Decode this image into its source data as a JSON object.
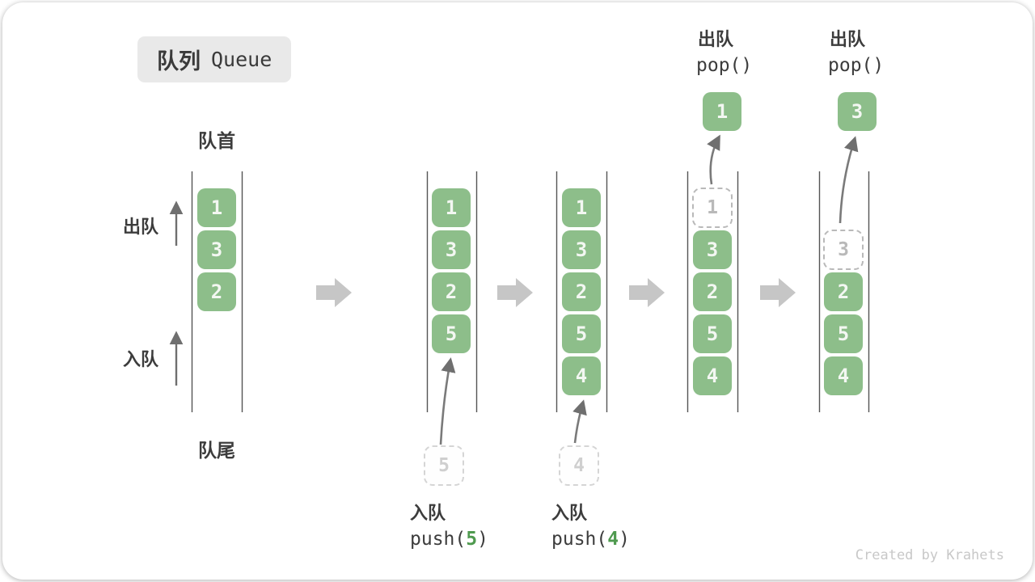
{
  "title": {
    "zh": "队列",
    "en": "Queue"
  },
  "side_labels": {
    "front": "队首",
    "rear": "队尾",
    "dequeue": "出队",
    "enqueue": "入队"
  },
  "queues": [
    {
      "cells": [
        {
          "value": "1"
        },
        {
          "value": "3"
        },
        {
          "value": "2"
        }
      ]
    },
    {
      "cells": [
        {
          "value": "1"
        },
        {
          "value": "3"
        },
        {
          "value": "2"
        },
        {
          "value": "5"
        }
      ]
    },
    {
      "cells": [
        {
          "value": "1"
        },
        {
          "value": "3"
        },
        {
          "value": "2"
        },
        {
          "value": "5"
        },
        {
          "value": "4"
        }
      ]
    },
    {
      "ghost": "1",
      "cells": [
        {
          "value": "3"
        },
        {
          "value": "2"
        },
        {
          "value": "5"
        },
        {
          "value": "4"
        }
      ]
    },
    {
      "ghost": "3",
      "cells": [
        {
          "value": "2"
        },
        {
          "value": "5"
        },
        {
          "value": "4"
        }
      ]
    }
  ],
  "operations": {
    "push5": {
      "label": "入队",
      "fn_open": "push(",
      "arg": "5",
      "fn_close": ")",
      "staged": "5"
    },
    "push4": {
      "label": "入队",
      "fn_open": "push(",
      "arg": "4",
      "fn_close": ")",
      "staged": "4"
    },
    "pop1": {
      "label": "出队",
      "fn": "pop()",
      "out": "1"
    },
    "pop3": {
      "label": "出队",
      "fn": "pop()",
      "out": "3"
    }
  },
  "colors": {
    "cell_green": "#8dbe8a",
    "code_green": "#4f9a4f",
    "flow_arrow_gray": "#c6c6c6",
    "thin_arrow_gray": "#6f6f6f",
    "wall_line": "#555555"
  },
  "credit": "Created by Krahets"
}
